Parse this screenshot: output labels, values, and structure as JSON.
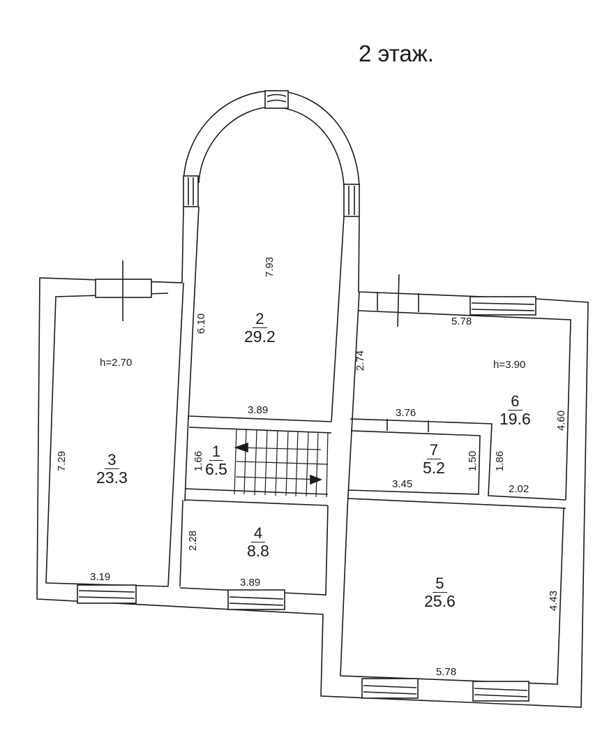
{
  "title": "2 этаж.",
  "rooms": [
    {
      "number": "1",
      "area": "6.5",
      "type": "staircase"
    },
    {
      "number": "2",
      "area": "29.2"
    },
    {
      "number": "3",
      "area": "23.3"
    },
    {
      "number": "4",
      "area": "8.8"
    },
    {
      "number": "5",
      "area": "25.6"
    },
    {
      "number": "6",
      "area": "19.6"
    },
    {
      "number": "7",
      "area": "5.2"
    }
  ],
  "ceiling_heights": {
    "room_3": "h=2.70",
    "room_6": "h=3.90"
  },
  "dimensions": {
    "room_2_length": "7.93",
    "room_2_side": "6.10",
    "room_2_width": "3.89",
    "room_1_height": "1.66",
    "room_3_height": "7.29",
    "room_3_width": "3.19",
    "room_4_height": "2.28",
    "room_4_width": "3.89",
    "room_6_top_width": "5.78",
    "room_6_left": "2.74",
    "room_6_bottom_width": "3.76",
    "room_6_right": "4.60",
    "room_6_step_height": "1.86",
    "room_6_step_width": "2.02",
    "room_7_width": "3.45",
    "room_7_height": "1.50",
    "room_5_height": "4.43",
    "room_5_width": "5.78"
  },
  "colors": {
    "line": "#1a1a1a",
    "background": "#ffffff"
  }
}
